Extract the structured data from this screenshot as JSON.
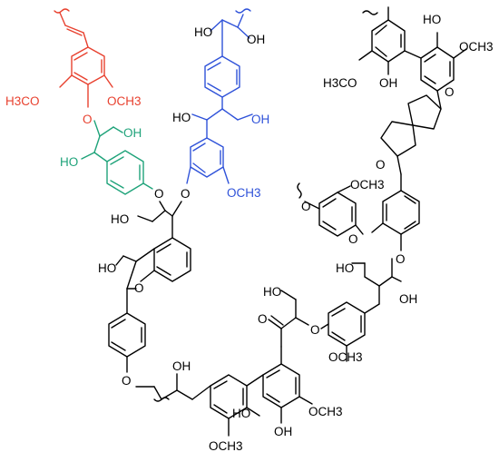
{
  "colors": {
    "red": "#e8412f",
    "green": "#1fa37a",
    "blue": "#2f52d9",
    "black": "#000000"
  },
  "labels": {
    "red_left_ome": "H3CO",
    "red_right_ome": "OCH3",
    "red_ether_o": "O",
    "green_oh_top": "OH",
    "green_oh_left": "HO",
    "green_ether_o": "O",
    "blue_top_ho": "HO",
    "blue_top_oh": "OH",
    "blue_ho_mid": "HO",
    "blue_oh_right": "OH",
    "blue_ome": "OCH3",
    "ether_o_mid": "O",
    "ho_left_mid": "HO",
    "ho_left_lower": "HO",
    "furan_o": "O",
    "bottom_ether_o": "O",
    "bottom_oh": "OH",
    "bottom_ome_right": "OCH3",
    "bottom_oh_ring": "OH",
    "bottom_ho": "HO",
    "bottom_ome_center": "OCH3",
    "ketone_o": "O",
    "ether_o_center": "O",
    "center_ome": "OCH3",
    "center_ho_top": "HO",
    "center_ho": "HO",
    "center_oh": "OH",
    "right_ether_o": "O",
    "right_o_link": "O",
    "right_ome_top": "OCH3",
    "right_h3co": "H3CO",
    "right_ho_top": "HO",
    "right_och3_top": "OCH3",
    "right_oh_bottom": "OH",
    "right_furan_o1": "O",
    "right_furan_o2": "O"
  }
}
